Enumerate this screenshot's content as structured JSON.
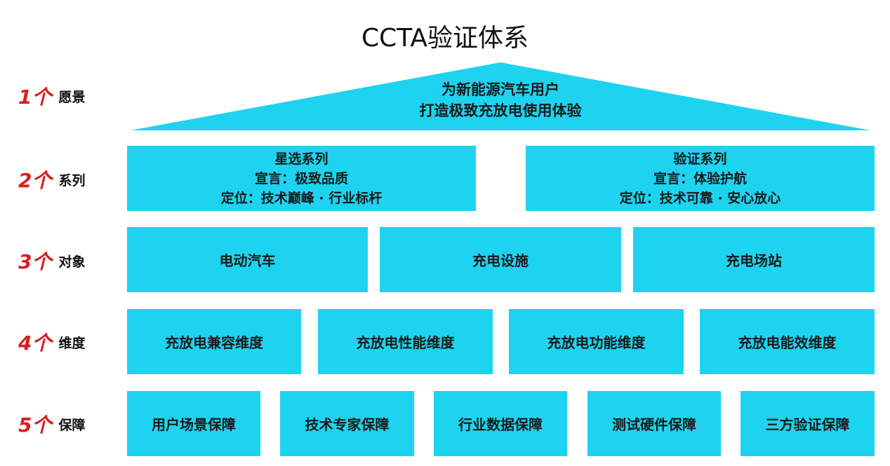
{
  "title": "CCTA验证体系",
  "rows": [
    {
      "num": "1个",
      "name": "愿景"
    },
    {
      "num": "2个",
      "name": "系列"
    },
    {
      "num": "3个",
      "name": "对象"
    },
    {
      "num": "4个",
      "name": "维度"
    },
    {
      "num": "5个",
      "name": "保障"
    }
  ],
  "vision": {
    "line1": "为新能源汽车用户",
    "line2": "打造极致充放电使用体验"
  },
  "series": [
    {
      "name": "星选系列",
      "slogan": "宣言：极致品质",
      "position": "定位：技术巅峰 · 行业标杆"
    },
    {
      "name": "验证系列",
      "slogan": "宣言：体验护航",
      "position": "定位：技术可靠 · 安心放心"
    }
  ],
  "objects": [
    "电动汽车",
    "充电设施",
    "充电场站"
  ],
  "dimensions": [
    "充放电兼容维度",
    "充放电性能维度",
    "充放电功能维度",
    "充放电能效维度"
  ],
  "guarantees": [
    "用户场景保障",
    "技术专家保障",
    "行业数据保障",
    "测试硬件保障",
    "三方验证保障"
  ],
  "colors": {
    "box": "#1ed3ef",
    "accent": "#d81f1f"
  }
}
